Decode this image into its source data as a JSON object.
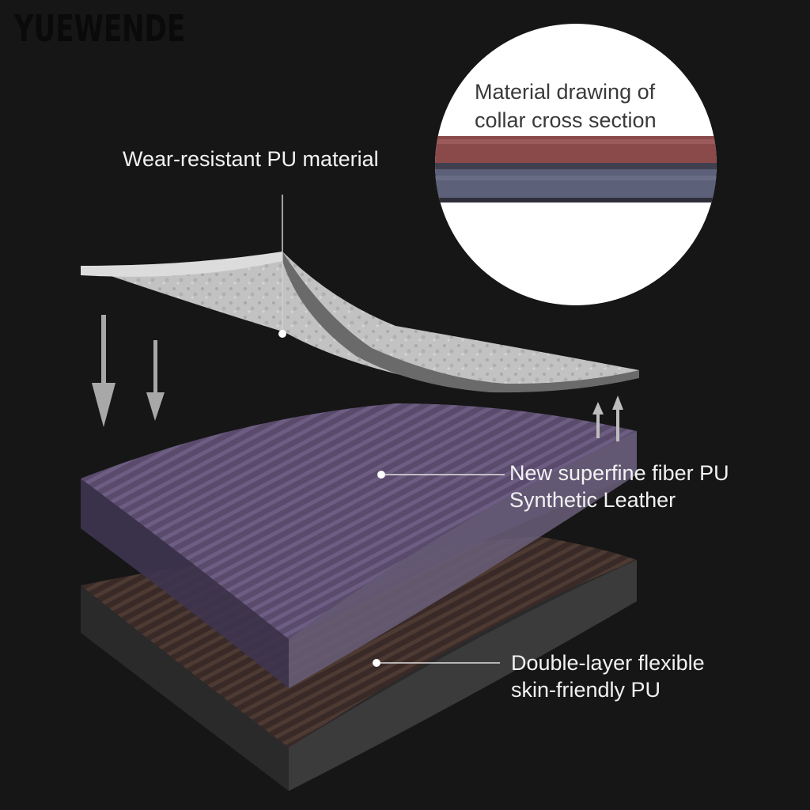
{
  "brand": {
    "logo_text": "YUEWENDE"
  },
  "inset": {
    "caption_line1": "Material drawing of",
    "caption_line2": "collar cross section"
  },
  "layers": [
    {
      "label_line1": "Wear-resistant PU material"
    },
    {
      "label_line1": "New superfine fiber PU",
      "label_line2": "Synthetic Leather"
    },
    {
      "label_line1": "Double-layer flexible",
      "label_line2": "skin-friendly PU"
    }
  ],
  "colors": {
    "background": "#161616",
    "top_layer": "#bfbfbf",
    "middle_layer": "#5c4d6e",
    "bottom_layer": "#3a2b28",
    "inset_red": "#8a4a4a",
    "inset_blue": "#5a5f75"
  }
}
